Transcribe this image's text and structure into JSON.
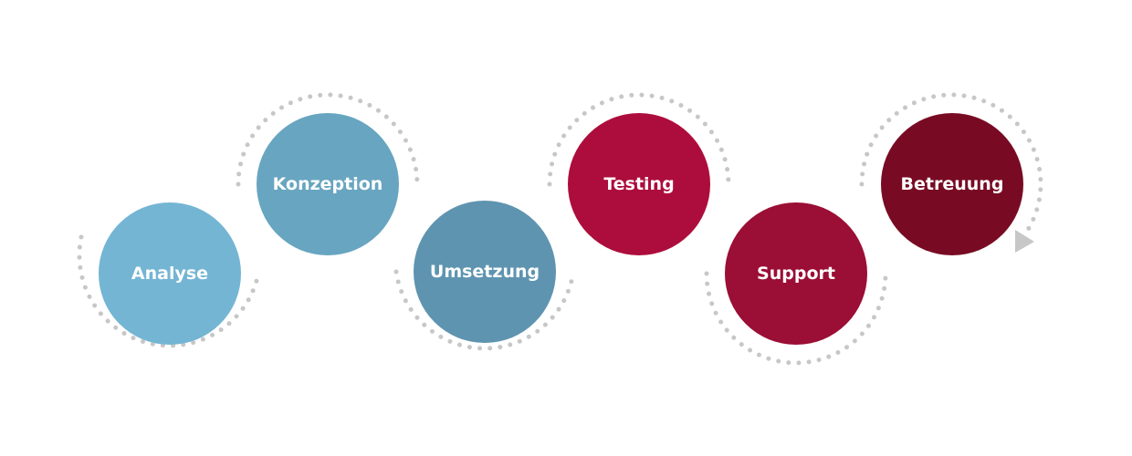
{
  "steps": [
    {
      "label": "Analyse",
      "color": "#74b5d4"
    },
    {
      "label": "Konzeption",
      "color": "#68a5c0"
    },
    {
      "label": "Umsetzung",
      "color": "#5e94b0"
    },
    {
      "label": "Testing",
      "color": "#ad0d3c"
    },
    {
      "label": "Support",
      "color": "#9b0e35"
    },
    {
      "label": "Betreuung",
      "color": "#780b23"
    }
  ],
  "dot_color": "#c7c7c7",
  "arrow_icon": "triangle-arrow-icon"
}
